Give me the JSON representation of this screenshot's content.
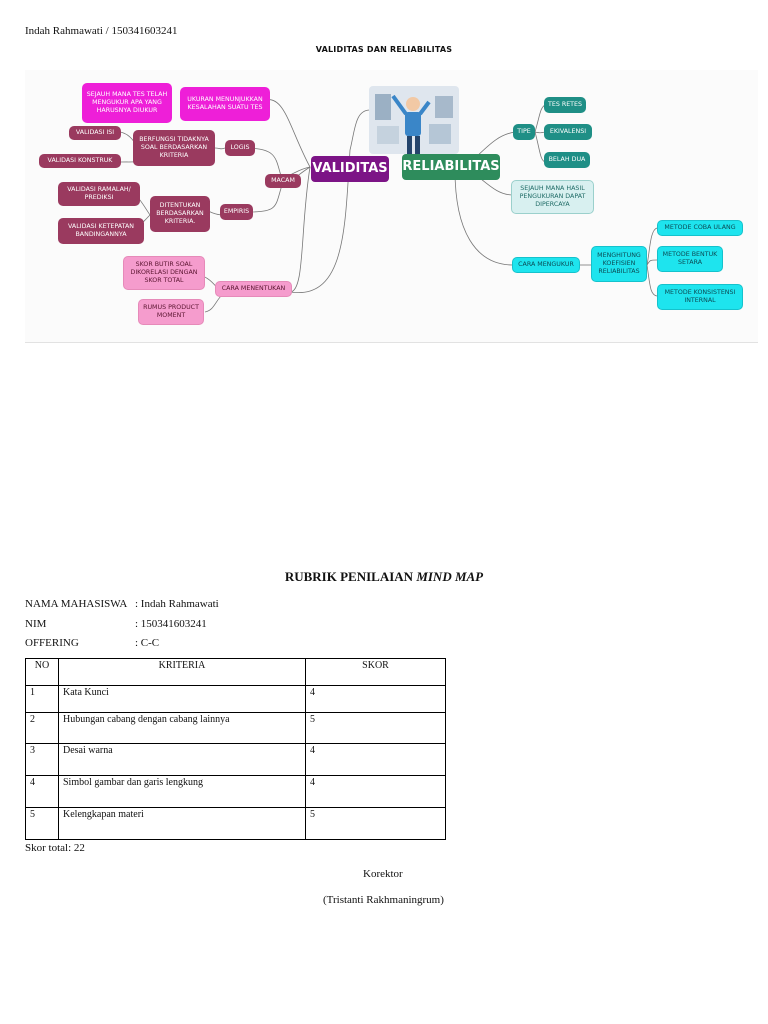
{
  "header": {
    "author_line": "Indah Rahmawati / 150341603241",
    "title": "VALIDITAS DAN RELIABILITAS"
  },
  "mindmap": {
    "center_left": "VALIDITAS",
    "center_right": "RELIABILITAS",
    "left_nodes": {
      "sejauh": "SEJAUH MANA TES TELAH MENGUKUR APA YANG HARUSNYA DIUKUR",
      "ukuran": "UKURAN MENUNJUKKAN KESALAHAN SUATU TES",
      "validasi_isi": "VALIDASI ISI",
      "berfungsi": "BERFUNGSI TIDAKNYA SOAL BERDASARKAN KRITERIA",
      "logis": "LOGIS",
      "validasi_konstruk": "VALIDASI KONSTRUK",
      "macam": "MACAM",
      "ramalan": "VALIDASI RAMALAH/ PREDIKSI",
      "ditentukan": "DITENTUKAN BERDASARKAN KRITERIA.",
      "empiris": "EMPIRIS",
      "ketepatan": "VALIDASI KETEPATAN BANDINGANNYA",
      "skor_butir": "SKOR BUTIR SOAL DIKORELASI DENGAN SKOR TOTAL",
      "cara_menentukan": "CARA MENENTUKAN",
      "rumus": "RUMUS PRODUCT MOMENT"
    },
    "right_nodes": {
      "tipe": "TIPE",
      "tes_retes": "TES RETES",
      "ekivalensi": "EKIVALENSI",
      "belah_dua": "BELAH DUA",
      "sejauh_hasil": "SEJAUH MANA HASIL PENGUKURAN DAPAT DIPERCAYA",
      "cara_mengukur": "CARA MENGUKUR",
      "menghitung": "MENGHITUNG KOEFISIEN RELIABILITAS",
      "coba_ulang": "METODE COBA ULANG",
      "bentuk_setara": "METODE BENTUK SETARA",
      "konsistensi": "METODE KONSISTENSI INTERNAL"
    }
  },
  "rubric": {
    "title_plain": "RUBRIK PENILAIAN ",
    "title_italic": "MIND MAP",
    "info": [
      {
        "label": "NAMA MAHASISWA",
        "value": ": Indah Rahmawati"
      },
      {
        "label": "NIM",
        "value": ": 150341603241"
      },
      {
        "label": "OFFERING",
        "value": ": C-C"
      }
    ],
    "columns": [
      "NO",
      "KRITERIA",
      "SKOR"
    ],
    "rows": [
      {
        "no": "1",
        "kriteria": "Kata Kunci",
        "skor": "4"
      },
      {
        "no": "2",
        "kriteria": "Hubungan cabang dengan cabang lainnya",
        "skor": "5"
      },
      {
        "no": "3",
        "kriteria": "Desai warna",
        "skor": "4"
      },
      {
        "no": "4",
        "kriteria": "Simbol gambar dan garis lengkung",
        "skor": "4"
      },
      {
        "no": "5",
        "kriteria": "Kelengkapan materi",
        "skor": "5"
      }
    ],
    "score_total": "Skor total: 22",
    "korektor": "Korektor",
    "signer": "(Tristanti Rakhmaningrum)"
  },
  "colors": {
    "validitas": "#7c1486",
    "reliabilitas": "#2e8c5c",
    "magenta": "#ee1fd8",
    "maroon": "#9a3a5f",
    "pink": "#f59ccd",
    "cyan": "#1ee4ee",
    "teal": "#1f8f86"
  }
}
